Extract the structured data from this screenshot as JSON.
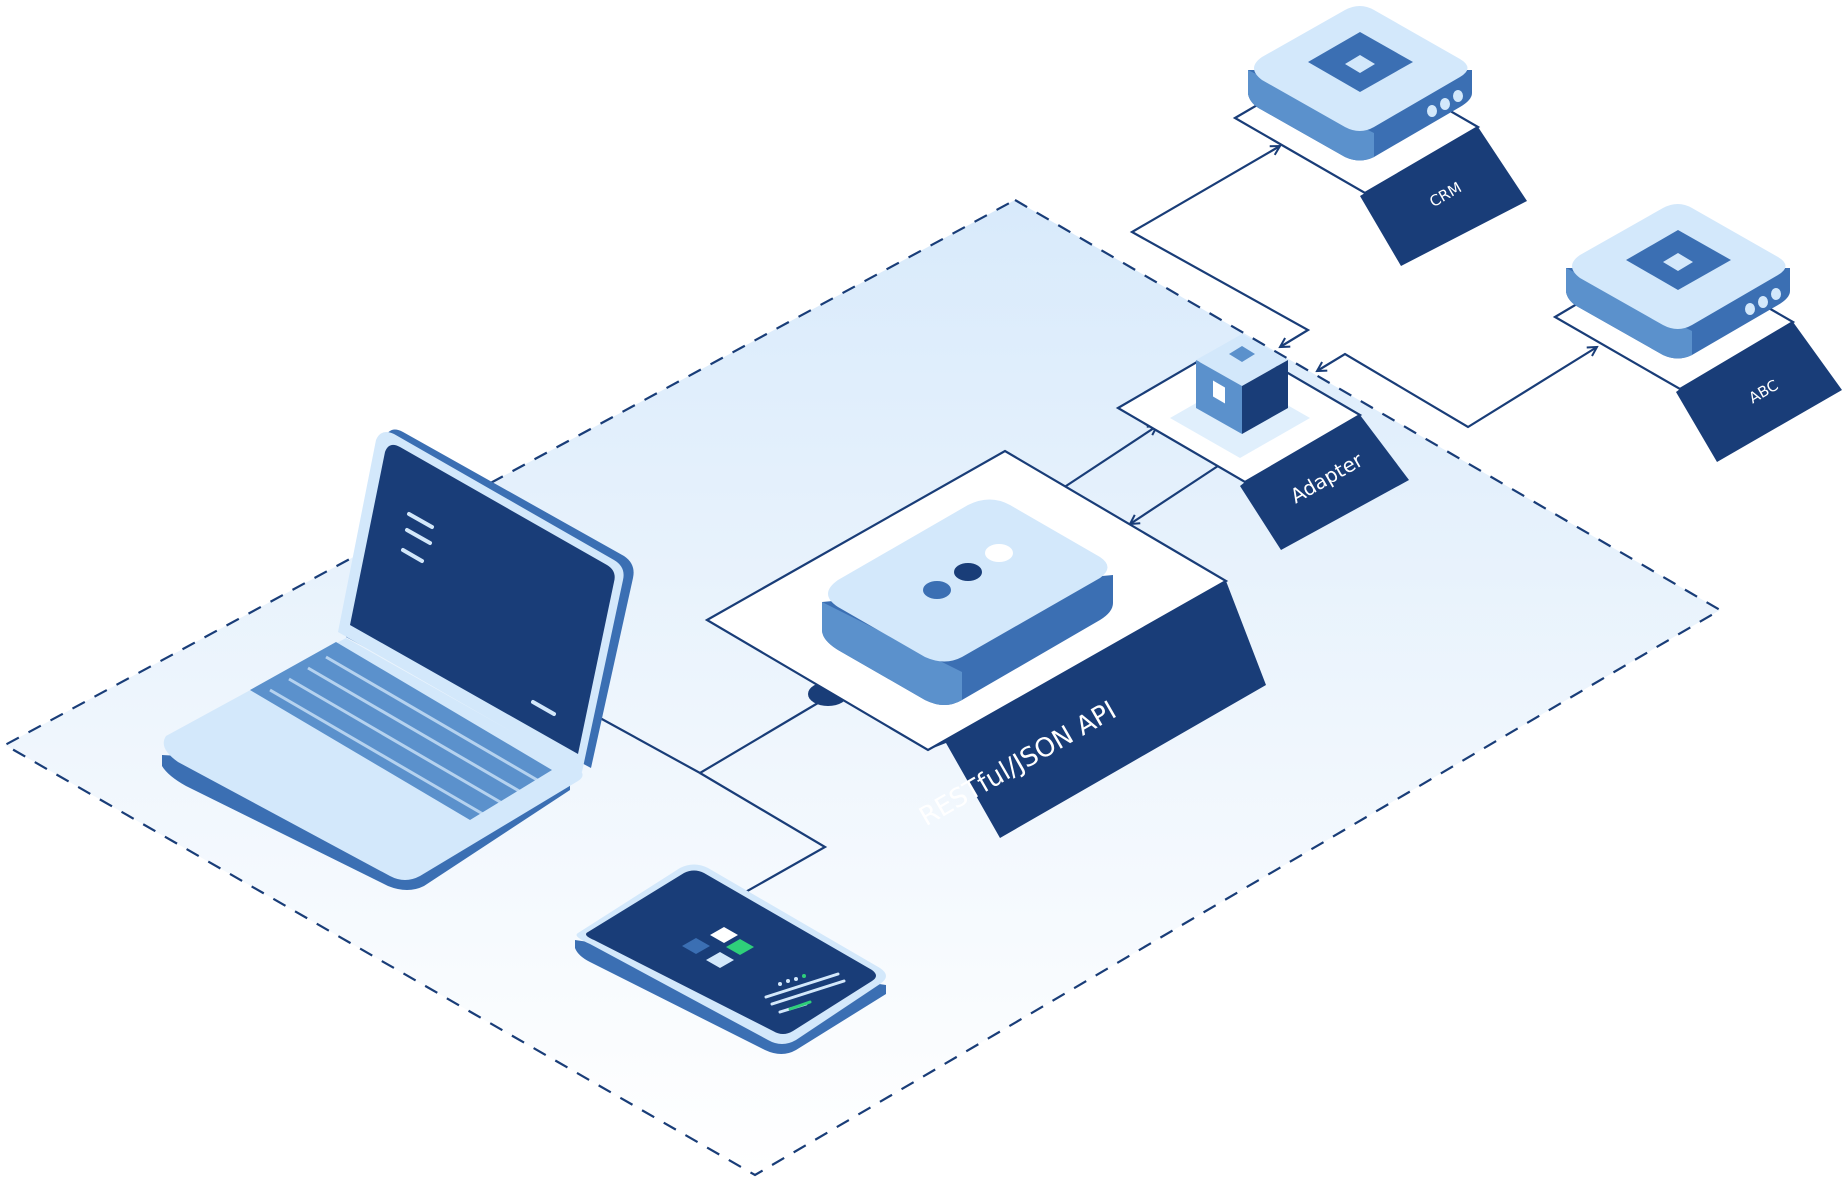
{
  "diagram": {
    "labels": {
      "api": "RESTful/JSON API",
      "adapter": "Adapter",
      "crm": "CRM",
      "abc": "ABC"
    },
    "nodes": [
      {
        "id": "laptop",
        "icon": "laptop-icon"
      },
      {
        "id": "phone",
        "icon": "smartphone-icon"
      },
      {
        "id": "api",
        "icon": "api-server-icon"
      },
      {
        "id": "adapter",
        "icon": "adapter-cube-icon"
      },
      {
        "id": "crm",
        "icon": "server-icon"
      },
      {
        "id": "abc",
        "icon": "server-icon"
      }
    ],
    "edges": [
      {
        "from": "laptop",
        "to": "api"
      },
      {
        "from": "phone",
        "to": "api"
      },
      {
        "from": "api",
        "to": "adapter",
        "arrow": "to-adapter"
      },
      {
        "from": "adapter",
        "to": "api",
        "arrow": "to-api"
      },
      {
        "from": "adapter",
        "to": "crm",
        "arrow": "both"
      },
      {
        "from": "adapter",
        "to": "abc",
        "arrow": "both"
      }
    ]
  },
  "colors": {
    "navy": "#193d78",
    "mid_blue": "#3b6fb3",
    "light_blue": "#d3e8fb",
    "pale_blue": "#eaf4fd",
    "accent_blue": "#5b91cc",
    "green": "#2fd07a",
    "white": "#ffffff"
  }
}
